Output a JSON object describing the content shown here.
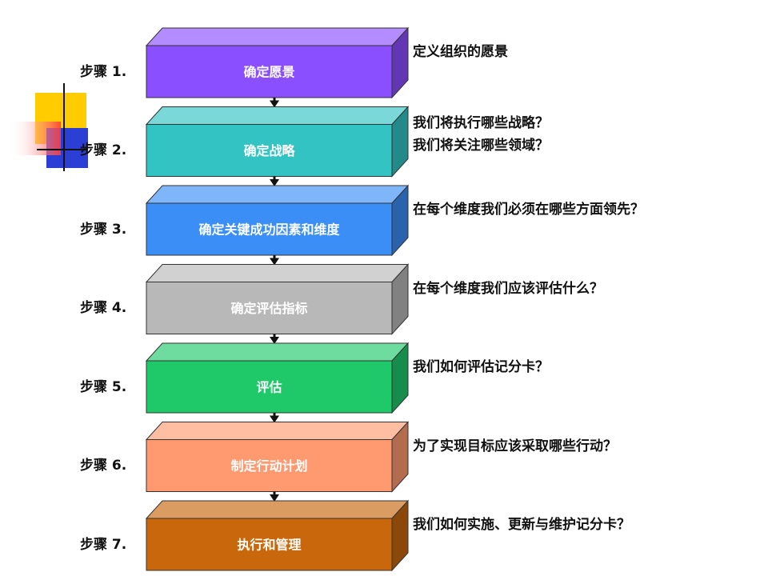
{
  "steps": [
    {
      "step_label": "步骤 1.",
      "box_text": "确定愿景",
      "questions": [
        "定义组织的愿景"
      ],
      "color": "#8a4fff"
    },
    {
      "step_label": "步骤 2.",
      "box_text": "确定战略",
      "questions": [
        "我们将执行哪些战略？",
        "我们将关注哪些领域？"
      ],
      "color": "#33c3c3"
    },
    {
      "step_label": "步骤 3.",
      "box_text": "确定关键成功因素和维度",
      "questions": [
        "在每个维度我们必须在哪些方面领先？"
      ],
      "color": "#3a8ef5"
    },
    {
      "step_label": "步骤 4.",
      "box_text": "确定评估指标",
      "questions": [
        "在每个维度我们应该评估什么？"
      ],
      "color": "#b8b8b8"
    },
    {
      "step_label": "步骤 5.",
      "box_text": "评估",
      "questions": [
        "我们如何评估记分卡？"
      ],
      "color": "#1fc96a"
    },
    {
      "step_label": "步骤 6.",
      "box_text": "制定行动计划",
      "questions": [
        "为了实现目标应该采取哪些行动？"
      ],
      "color": "#ff9a70"
    },
    {
      "step_label": "步骤 7.",
      "box_text": "执行和管理",
      "questions": [
        "我们如何实施、更新与维护记分卡？"
      ],
      "color": "#c8670c"
    }
  ],
  "decor_colors": {
    "yellow": "#ffcc00",
    "red": "#ff3b3b",
    "blue": "#2b3fd6"
  }
}
